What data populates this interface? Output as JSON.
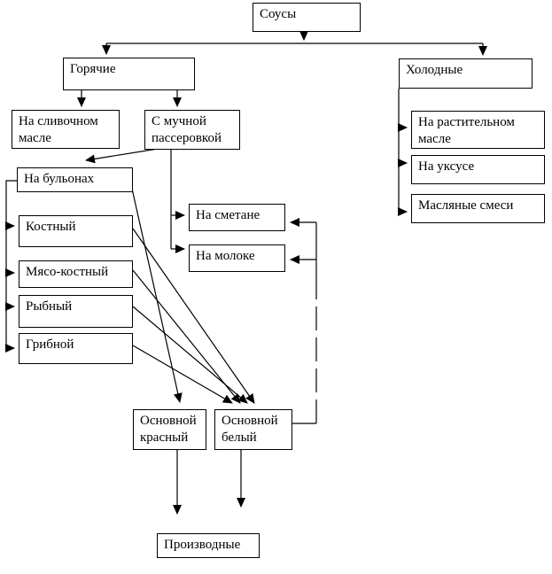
{
  "diagram": {
    "background": "#ffffff",
    "line_color": "#000000",
    "box_border_color": "#000000",
    "text_color": "#000000",
    "nodes": {
      "sauces": {
        "label": "Соусы"
      },
      "hot": {
        "label": "Горячие"
      },
      "cold": {
        "label": "Холодные"
      },
      "butter": {
        "label": "На сливочном масле"
      },
      "roux": {
        "label": "С мучной пассеровкой"
      },
      "broths": {
        "label": "На бульонах"
      },
      "bone": {
        "label": "Костный"
      },
      "meat_bone": {
        "label": "Мясо-костный"
      },
      "fish": {
        "label": "Рыбный"
      },
      "mushroom": {
        "label": "Грибной"
      },
      "sour_cream": {
        "label": "На сметане"
      },
      "milk": {
        "label": "На молоке"
      },
      "veg_oil": {
        "label": "На растительном масле"
      },
      "vinegar": {
        "label": "На уксусе"
      },
      "butter_mix": {
        "label": "Масляные смеси"
      },
      "basic_red": {
        "label": "Основной красный"
      },
      "basic_white": {
        "label": "Основной белый"
      },
      "derivatives": {
        "label": "Производные"
      }
    },
    "edges": [
      {
        "from": "Соусы",
        "to": "Горячие",
        "style": "solid-arrow"
      },
      {
        "from": "Соусы",
        "to": "Холодные",
        "style": "solid-arrow"
      },
      {
        "from": "Горячие",
        "to": "На сливочном масле",
        "style": "solid-arrow"
      },
      {
        "from": "Горячие",
        "to": "С мучной пассеровкой",
        "style": "solid-arrow"
      },
      {
        "from": "С мучной пассеровкой",
        "to": "На бульонах",
        "style": "solid-arrow"
      },
      {
        "from": "С мучной пассеровкой",
        "to": "На сметане",
        "style": "solid-arrow"
      },
      {
        "from": "С мучной пассеровкой",
        "to": "На молоке",
        "style": "solid-arrow"
      },
      {
        "from": "На бульонах",
        "to": "Костный",
        "style": "solid-arrow"
      },
      {
        "from": "На бульонах",
        "to": "Мясо-костный",
        "style": "solid-arrow"
      },
      {
        "from": "На бульонах",
        "to": "Рыбный",
        "style": "solid-arrow"
      },
      {
        "from": "На бульонах",
        "to": "Грибной",
        "style": "solid-arrow"
      },
      {
        "from": "Холодные",
        "to": "На растительном масле",
        "style": "solid-arrow"
      },
      {
        "from": "Холодные",
        "to": "На уксусе",
        "style": "solid-arrow"
      },
      {
        "from": "Холодные",
        "to": "Масляные смеси",
        "style": "solid-arrow"
      },
      {
        "from": "На бульонах",
        "to": "Основной красный",
        "style": "solid-arrow"
      },
      {
        "from": "Костный",
        "to": "Основной белый",
        "style": "solid-arrow"
      },
      {
        "from": "Мясо-костный",
        "to": "Основной белый",
        "style": "solid-arrow"
      },
      {
        "from": "Рыбный",
        "to": "Основной белый",
        "style": "solid-arrow"
      },
      {
        "from": "Грибной",
        "to": "Основной белый",
        "style": "solid-arrow"
      },
      {
        "from": "Основной белый",
        "to": "На сметане",
        "style": "dashed-arrow"
      },
      {
        "from": "Основной белый",
        "to": "На молоке",
        "style": "dashed-arrow"
      },
      {
        "from": "Основной красный",
        "to": "Производные",
        "style": "solid-arrow"
      },
      {
        "from": "Основной белый",
        "to": "Производные",
        "style": "solid-arrow"
      }
    ]
  }
}
